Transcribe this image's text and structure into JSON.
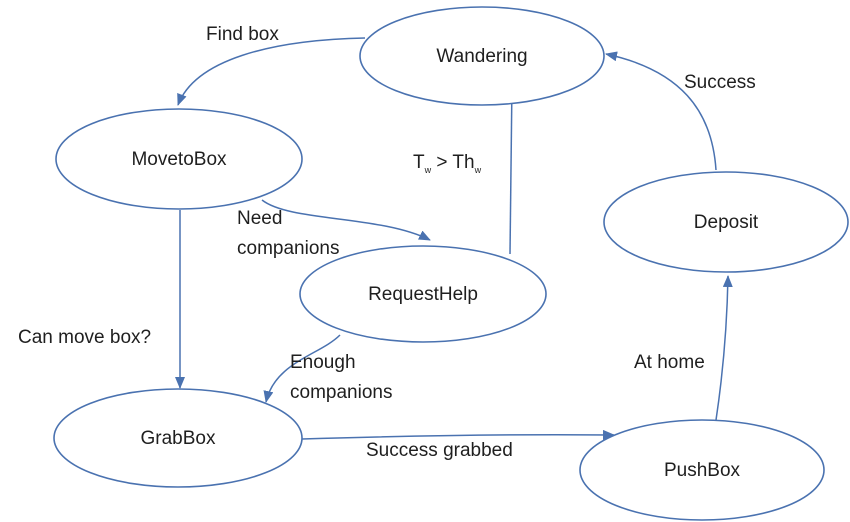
{
  "states": {
    "wandering": "Wandering",
    "movetobox": "MovetoBox",
    "requesthelp": "RequestHelp",
    "deposit": "Deposit",
    "grabbox": "GrabBox",
    "pushbox": "PushBox"
  },
  "transitions": {
    "find_box": "Find box",
    "success": "Success",
    "threshold": {
      "t": "T",
      "t_sub": "w",
      "op": " > ",
      "th": "Th",
      "th_sub": "w"
    },
    "need_companions": [
      "Need",
      "companions"
    ],
    "can_move_box": "Can move box?",
    "enough_companions": [
      "Enough",
      "companions"
    ],
    "at_home": "At home",
    "success_grabbed": "Success grabbed"
  },
  "colors": {
    "stroke": "#4a72b0",
    "text": "#1f1f1f",
    "background": "#ffffff"
  }
}
